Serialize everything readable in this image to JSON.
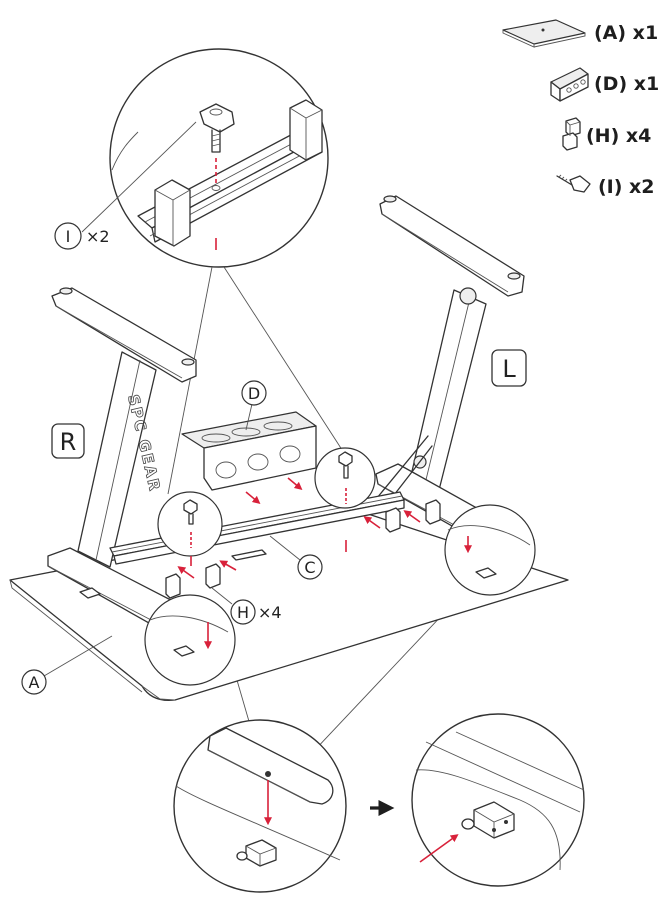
{
  "parts_list": [
    {
      "label": "(A) x1",
      "icon": "tabletop-icon"
    },
    {
      "label": "(D) x1",
      "icon": "bracket-d-icon"
    },
    {
      "label": "(H) x4",
      "icon": "clip-h-icon"
    },
    {
      "label": "(I) x2",
      "icon": "screw-i-icon"
    }
  ],
  "callouts": {
    "screw_letter": "I",
    "screw_qty": "×2",
    "bracket_letter": "D",
    "beam_letter": "C",
    "clip_letter": "H",
    "clip_qty": "×4",
    "tabletop_letter": "A"
  },
  "side_labels": {
    "right": "R",
    "left": "L"
  },
  "brand": "SPC GEAR",
  "colors": {
    "accent_red": "#d8213a",
    "line": "#333333"
  }
}
